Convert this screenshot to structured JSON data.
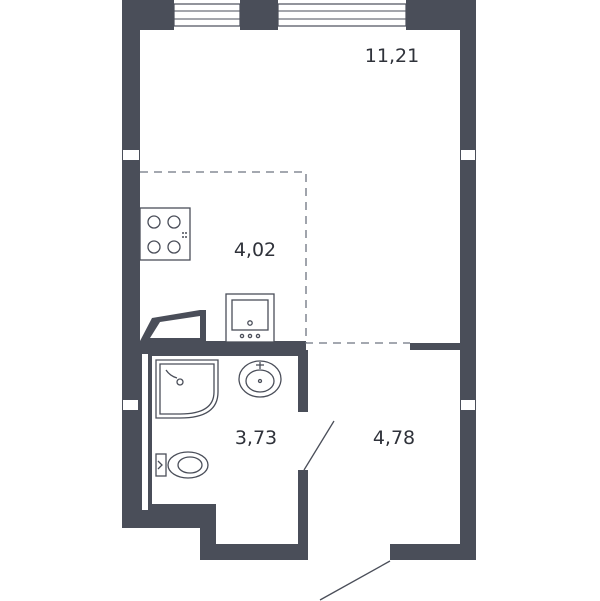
{
  "rooms": [
    {
      "id": "living",
      "area": "11,21"
    },
    {
      "id": "kitchen",
      "area": "4,02"
    },
    {
      "id": "bathroom",
      "area": "3,73"
    },
    {
      "id": "hallway",
      "area": "4,78"
    }
  ],
  "colors": {
    "wall": "#4a4e59",
    "background": "#ffffff",
    "dashed_zone": "#6d7380"
  }
}
